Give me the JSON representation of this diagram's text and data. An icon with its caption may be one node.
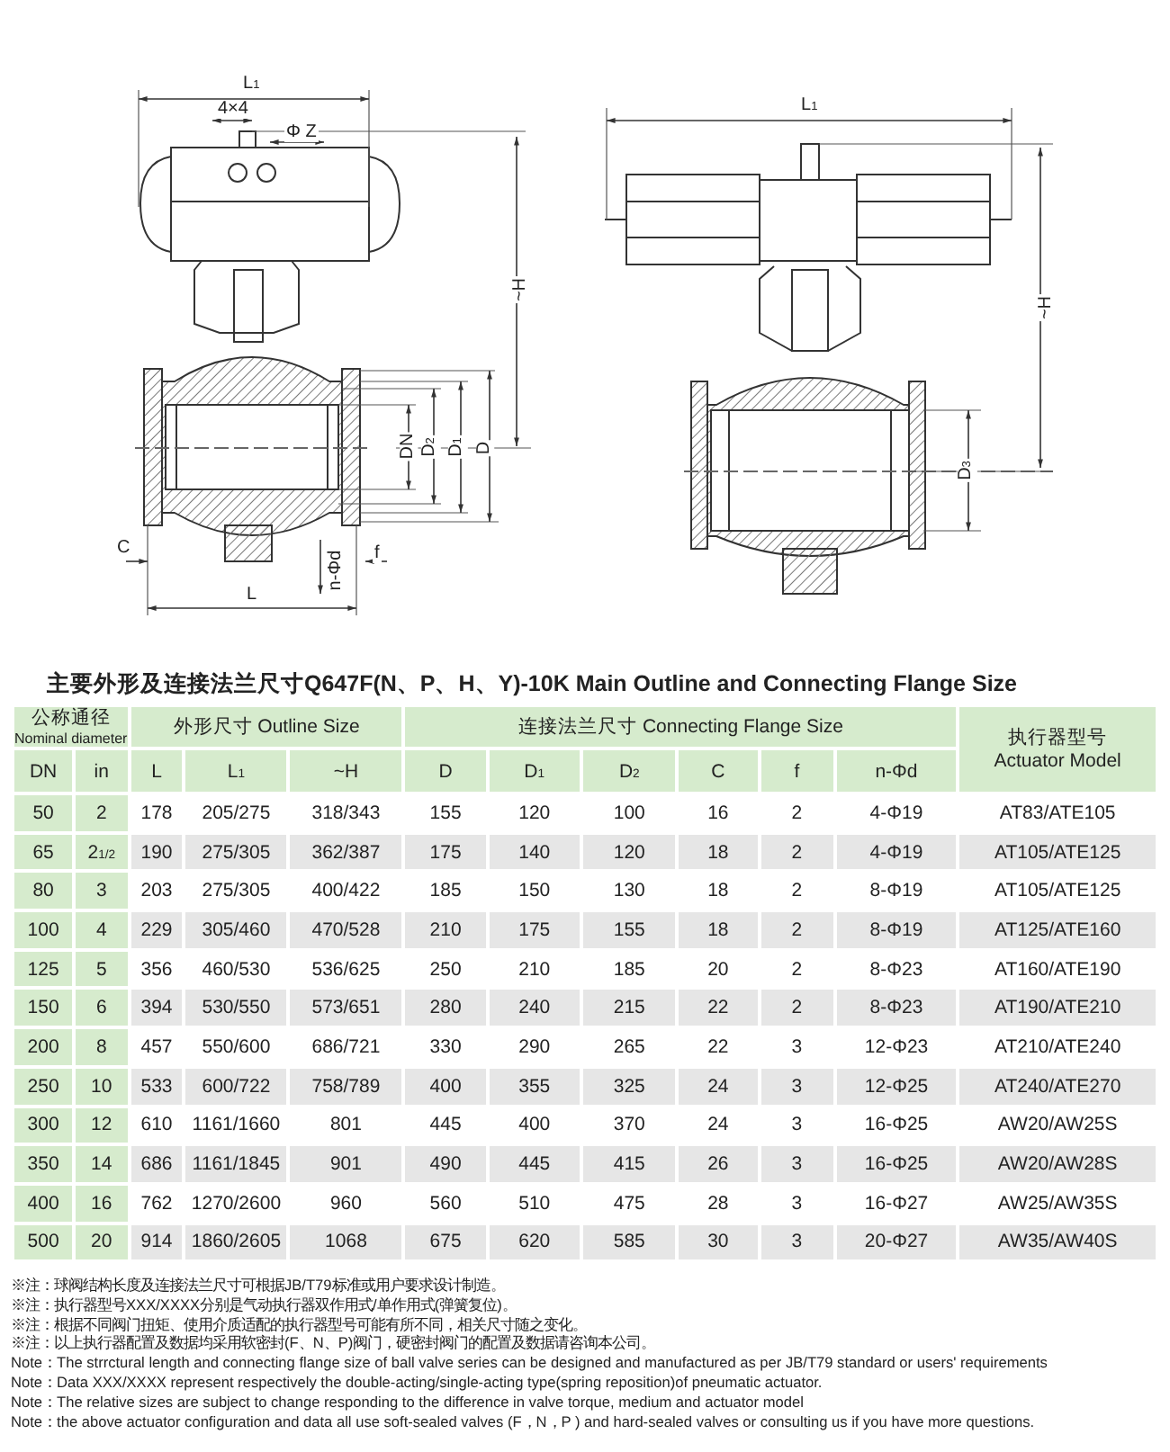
{
  "diagram": {
    "title": "主要外形及连接法兰尺寸Q647F(N、P、H、Y)-10K   Main Outline and Connecting Flange Size",
    "labels": [
      "L$_{1}$",
      "4×4",
      "Φ Z",
      "~H",
      "DN",
      "D$_{2}$",
      "D$_{1}$",
      "D",
      "C",
      "n-Φd",
      "f",
      "L",
      "L$_{1}$",
      "~H",
      "D$_{3}$",
      "公称通径",
      "Nominal diameter",
      "外形尺寸 Outline Size",
      "连接法兰尺寸 Connecting Flange Size",
      "执行器型号",
      "Actuator Model",
      "DN",
      "in",
      "L",
      "L$_{1}$",
      "~H",
      "D",
      "D$_{1}$",
      "D$_{2}$",
      "C",
      "f",
      "n-Φd",
      "50",
      "2",
      "178",
      "205/275",
      "318/343",
      "155",
      "120",
      "100",
      "16",
      "2",
      "4-Φ19",
      "AT83/ATE105",
      "65",
      "2$_{1/2}$",
      "190",
      "275/305",
      "362/387",
      "175",
      "140",
      "120",
      "18",
      "2",
      "4-Φ19",
      "AT105/ATE125",
      "80",
      "3",
      "203",
      "275/305",
      "400/422",
      "185",
      "150",
      "130",
      "18",
      "2",
      "8-Φ19",
      "AT105/ATE125",
      "100",
      "4",
      "229",
      "305/460",
      "470/528",
      "210",
      "175",
      "155",
      "18",
      "2",
      "8-Φ19",
      "AT125/ATE160",
      "125",
      "5",
      "356",
      "460/530",
      "536/625",
      "250",
      "210",
      "185",
      "20",
      "2",
      "8-Φ23",
      "AT160/ATE190",
      "150",
      "6",
      "394",
      "530/550",
      "573/651",
      "280",
      "240",
      "215",
      "22",
      "2",
      "8-Φ23",
      "AT190/ATE210",
      "200",
      "8",
      "457",
      "550/600",
      "686/721",
      "330",
      "290",
      "265",
      "22",
      "3",
      "12-Φ23",
      "AT210/ATE240",
      "250",
      "10",
      "533",
      "600/722",
      "758/789",
      "400",
      "355",
      "325",
      "24",
      "3",
      "12-Φ25",
      "AT240/ATE270",
      "300",
      "12",
      "610",
      "1161/1660",
      "801",
      "445",
      "400",
      "370",
      "24",
      "3",
      "16-Φ25",
      "AW20/AW25S",
      "350",
      "14",
      "686",
      "1161/1845",
      "901",
      "490",
      "445",
      "415",
      "26",
      "3",
      "16-Φ25",
      "AW20/AW28S",
      "400",
      "16",
      "762",
      "1270/2600",
      "960",
      "560",
      "510",
      "475",
      "28",
      "3",
      "16-Φ27",
      "AW25/AW35S",
      "500",
      "20",
      "914",
      "1860/2605",
      "1068",
      "675",
      "620",
      "585",
      "30",
      "3",
      "20-Φ27",
      "AW35/AW40S",
      "※注：球阀结构长度及连接法兰尺寸可根据JB/T79标准或用户要求设计制造。",
      "※注：执行器型号XXX/XXXX分别是气动执行器双作用式/单作用式(弹簧复位)。",
      "※注：根据不同阀门扭矩、使用介质适配的执行器型号可能有所不同，相关尺寸随之变化。",
      "※注：以上执行器配置及数据均采用软密封(F、N、P)阀门，硬密封阀门的配置及数据请咨询本公司。",
      "Note：The strrctural length and connecting flange size of ball valve series can be designed and manufactured as per JB/T79 standard or users' requirements",
      "Note：Data XXX/XXXX   represent respectively the double-acting/single-acting type(spring reposition)of pneumatic actuator.",
      "Note：The relative sizes are subject to change responding to the difference in valve torque, medium and actuator model",
      "Note：the above actuator  configuration and data  all use soft-sealed valves (F，N，P ) and  hard-sealed valves or consulting us if you have more questions."
    ]
  }
}
